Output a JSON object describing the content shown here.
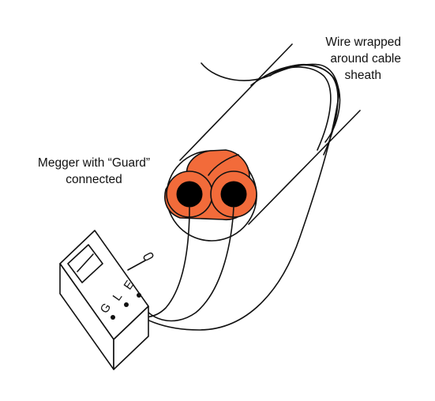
{
  "labels": {
    "sheath_wire_line1": "Wire wrapped",
    "sheath_wire_line2": "around cable",
    "sheath_wire_line3": "sheath",
    "megger_line1": "Megger with “Guard”",
    "megger_line2": "connected"
  },
  "megger": {
    "terminal_g": "G",
    "terminal_l": "L",
    "terminal_e": "E"
  },
  "colors": {
    "insulation": "#F26B3A",
    "conductor": "#000000",
    "line": "#111111",
    "background": "#FFFFFF"
  }
}
